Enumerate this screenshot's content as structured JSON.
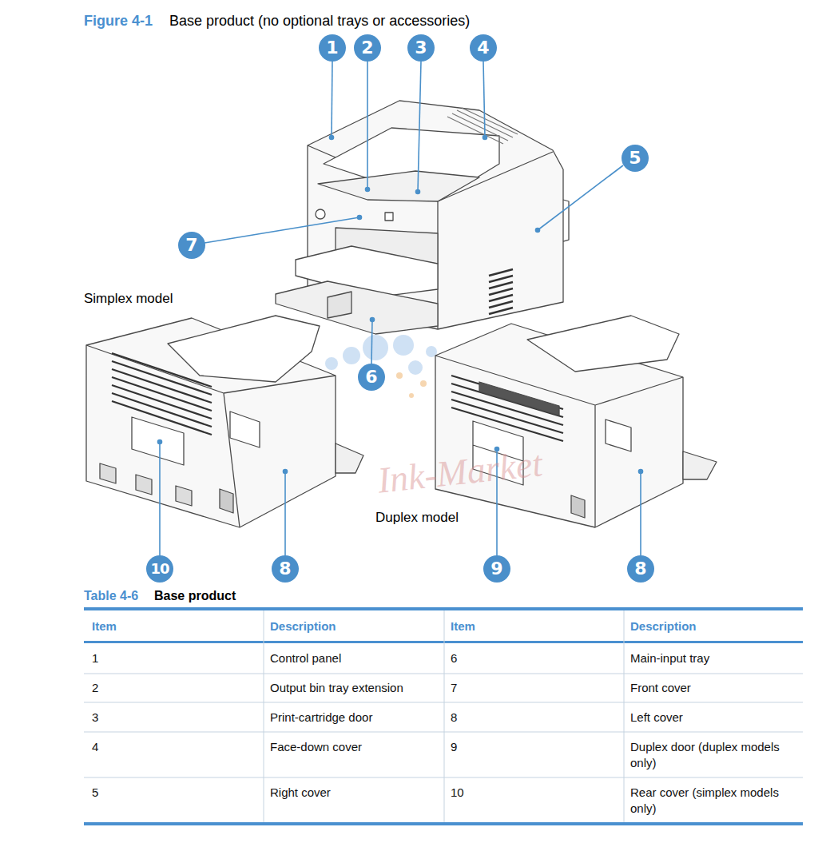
{
  "diagram": {
    "title": "Figure 4-1",
    "nodes": [
      {
        "text": [
          "1"
        ]
      },
      {
        "text": [
          "2"
        ]
      },
      {
        "text": [
          "3"
        ]
      },
      {
        "text": [
          "4"
        ]
      },
      {
        "text": [
          "5"
        ]
      },
      {
        "text": [
          "7"
        ]
      },
      {
        "text": [
          "6"
        ]
      },
      {
        "text": [
          "10"
        ]
      },
      {
        "text": [
          "8"
        ]
      },
      {
        "text": [
          "9"
        ]
      },
      {
        "text": [
          "8"
        ]
      }
    ],
    "labels": [
      "Simplex model",
      "Duplex model",
      "Ink-Market",
      "Base product (no optional trays or accessories)",
      "Table 4-6",
      "Base product",
      "Item",
      "Description",
      "Item",
      "Description",
      "1",
      "Control panel",
      "6",
      "Main-input tray",
      "2",
      "Output bin tray extension",
      "7",
      "Front cover",
      "3",
      "Print-cartridge door",
      "8",
      "Left cover",
      "4",
      "Face-down cover",
      "9",
      "Duplex door (duplex models only)",
      "5",
      "Right cover",
      "10",
      "Rear cover (simplex models only)"
    ]
  }
}
